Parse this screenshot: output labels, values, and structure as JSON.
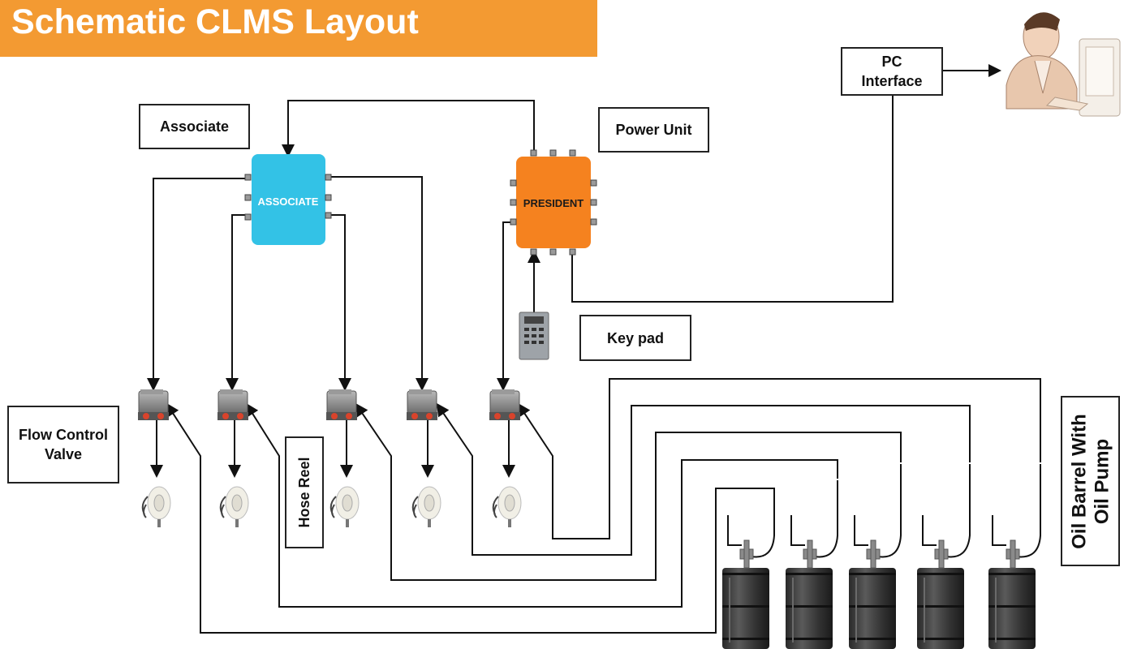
{
  "title": "Schematic CLMS Layout",
  "labels": {
    "associate": "Associate",
    "power_unit": "Power Unit",
    "pc_interface_line1": "PC",
    "pc_interface_line2": "Interface",
    "key_pad": "Key pad",
    "flow_control_line1": "Flow Control",
    "flow_control_line2": "Valve",
    "hose_reel": "Hose Reel",
    "oil_barrel_line1": "Oil Barrel With",
    "oil_barrel_line2": "Oil Pump"
  },
  "controllers": {
    "associate": "ASSOCIATE",
    "president": "PRESIDENT"
  },
  "colors": {
    "title_bar": "#f39a32",
    "associate_box": "#33c2e6",
    "president_box": "#f5821f"
  },
  "icons": [
    "flow-control-valve-icon",
    "hose-reel-icon",
    "oil-barrel-icon",
    "keypad-icon",
    "operator-at-pc-icon"
  ]
}
